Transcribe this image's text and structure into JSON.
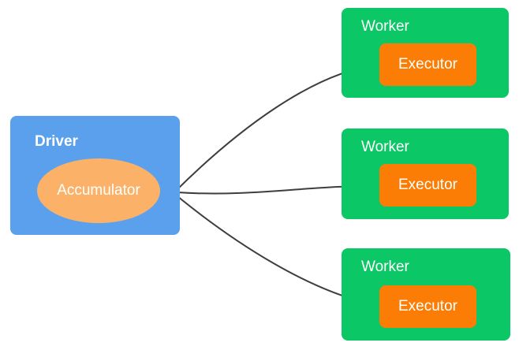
{
  "diagram": {
    "driver": {
      "label": "Driver",
      "accumulator": {
        "label": "Accumulator"
      }
    },
    "workers": [
      {
        "label": "Worker",
        "executor": {
          "label": "Executor"
        }
      },
      {
        "label": "Worker",
        "executor": {
          "label": "Executor"
        }
      },
      {
        "label": "Worker",
        "executor": {
          "label": "Executor"
        }
      }
    ],
    "connections": [
      {
        "from": "Executor (top Worker)",
        "to": "Accumulator",
        "direction": "to-accumulator"
      },
      {
        "from": "Executor (middle Worker)",
        "to": "Accumulator",
        "direction": "to-accumulator"
      },
      {
        "from": "Executor (bottom Worker)",
        "to": "Accumulator",
        "direction": "to-accumulator"
      }
    ],
    "colors": {
      "driver_fill": "#5AA0EC",
      "worker_fill": "#0BC765",
      "executor_fill": "#FB7D05",
      "accumulator_fill": "#FBB268",
      "arrow_color": "#3E3E3E",
      "label_text": "#FFFFFF"
    }
  }
}
